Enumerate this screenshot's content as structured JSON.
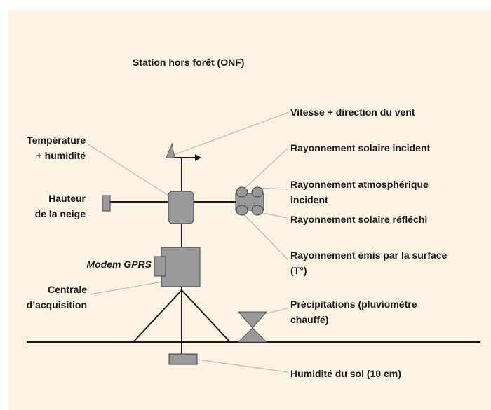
{
  "title": "Station  hors forêt (ONF)",
  "labels": {
    "wind": "Vitesse + direction du vent",
    "temp_l1": "Température",
    "temp_l2": "+ humidité",
    "snow_l1": "Hauteur",
    "snow_l2": "de la neige",
    "solar_in": "Rayonnement solaire incident",
    "atmo_l1": "Rayonnement atmosphérique",
    "atmo_l2": "incident",
    "solar_ref": "Rayonnement solaire réfléchi",
    "emit_l1": "Rayonnement émis par la surface",
    "emit_l2": "(T°)",
    "modem": "Modem GPRS",
    "central_l1": "Centrale",
    "central_l2": "d’acquisition",
    "precip_l1": "Précipitations (pluviomètre",
    "precip_l2": "chauffé)",
    "soil": "Humidité du sol (10 cm)"
  },
  "colors": {
    "background": "#fdf3e4",
    "instrument": "#999999",
    "leader_line": "#bdbdbd",
    "structure": "#1a1a1a"
  }
}
